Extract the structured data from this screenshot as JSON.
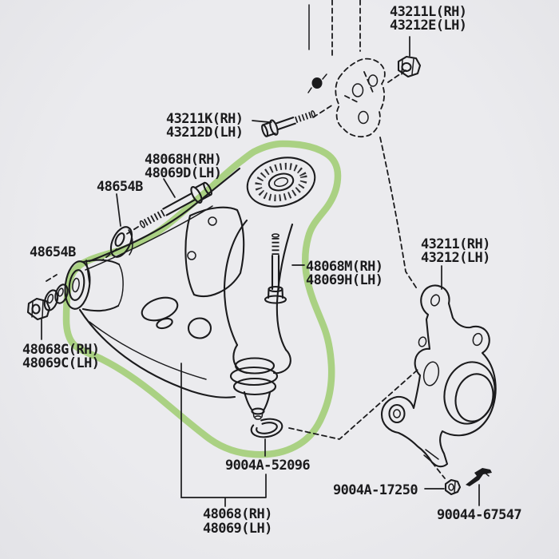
{
  "page": {
    "background": "#e9e9ec",
    "line_color": "#1b1b1d",
    "highlight_color": "#a7d07c",
    "description": "Toyota front suspension lower control arm parts diagram with green highlight around the lower arm assembly"
  },
  "labels": {
    "strut_nut": {
      "line1": "43211L(RH)",
      "line2": "43212E(LH)"
    },
    "strut_bolt": {
      "line1": "43211K(RH)",
      "line2": "43212D(LH)"
    },
    "arm_front_bolt": {
      "line1": "48068H(RH)",
      "line2": "48069D(LH)"
    },
    "retainer_upper": {
      "text": "48654B"
    },
    "retainer_lower": {
      "text": "48654B"
    },
    "arm_front_nut": {
      "line1": "48068G(RH)",
      "line2": "48069C(LH)"
    },
    "arm_rear_bolt": {
      "line1": "48068M(RH)",
      "line2": "48069H(LH)"
    },
    "steering_knuckle": {
      "line1": "43211(RH)",
      "line2": "43212(LH)"
    },
    "ball_joint_ring": {
      "text": "9004A-52096"
    },
    "knuckle_nut": {
      "text": "9004A-17250"
    },
    "cotter_pin": {
      "text": "90044-67547"
    },
    "lower_arm_assembly": {
      "line1": "48068(RH)",
      "line2": "48069(LH)"
    }
  }
}
